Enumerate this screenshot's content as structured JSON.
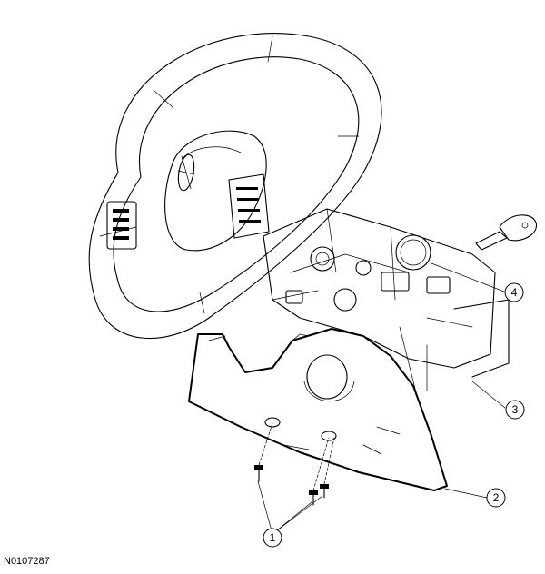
{
  "figure_id": "N0107287",
  "callouts": [
    {
      "number": "1"
    },
    {
      "number": "2"
    },
    {
      "number": "3"
    },
    {
      "number": "4"
    }
  ]
}
